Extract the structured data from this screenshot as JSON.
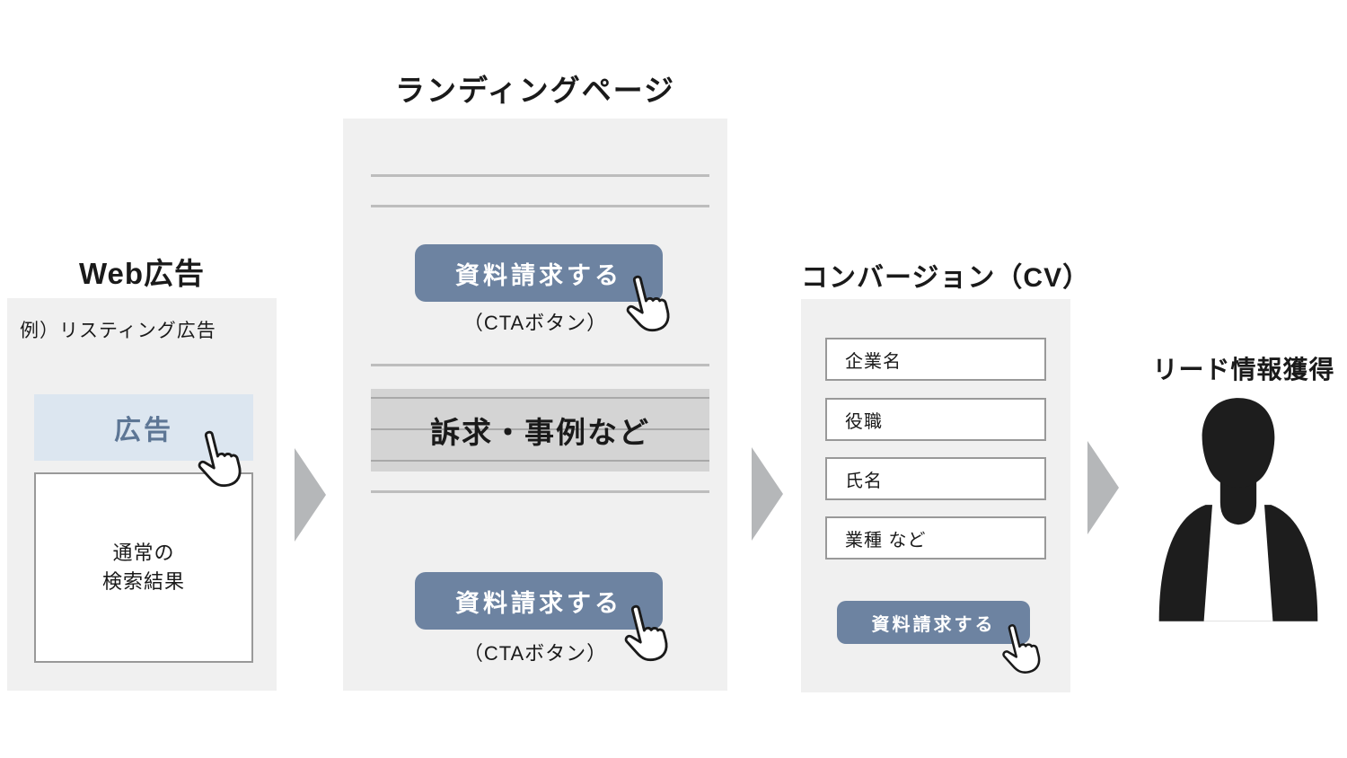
{
  "colors": {
    "panel_bg": "#f0f0f0",
    "btn_bg": "#6d83a1",
    "ad_bg": "#dce6f0",
    "ad_text": "#5d7695",
    "band_bg": "#d4d4d4",
    "band_line": "#a9a9a9",
    "rule": "#bdbdbd",
    "arrow": "#b5b7b9",
    "box_border": "#999999",
    "ink": "#1a1a1a",
    "silhouette": "#1d1d1d"
  },
  "web_ad": {
    "title": "Web広告",
    "example_label": "例）リスティング広告",
    "ad_button": "広告",
    "search_results": [
      "通常の",
      "検索結果"
    ]
  },
  "landing_page": {
    "title": "ランディングページ",
    "cta_button_top": "資料請求する",
    "cta_caption_top": "（CTAボタン）",
    "content_label": "訴求・事例など",
    "cta_button_bottom": "資料請求する",
    "cta_caption_bottom": "（CTAボタン）"
  },
  "conversion": {
    "title": "コンバージョン（CV）",
    "fields": [
      "企業名",
      "役職",
      "氏名",
      "業種 など"
    ],
    "submit_button": "資料請求する"
  },
  "lead": {
    "title": "リード情報獲得"
  }
}
